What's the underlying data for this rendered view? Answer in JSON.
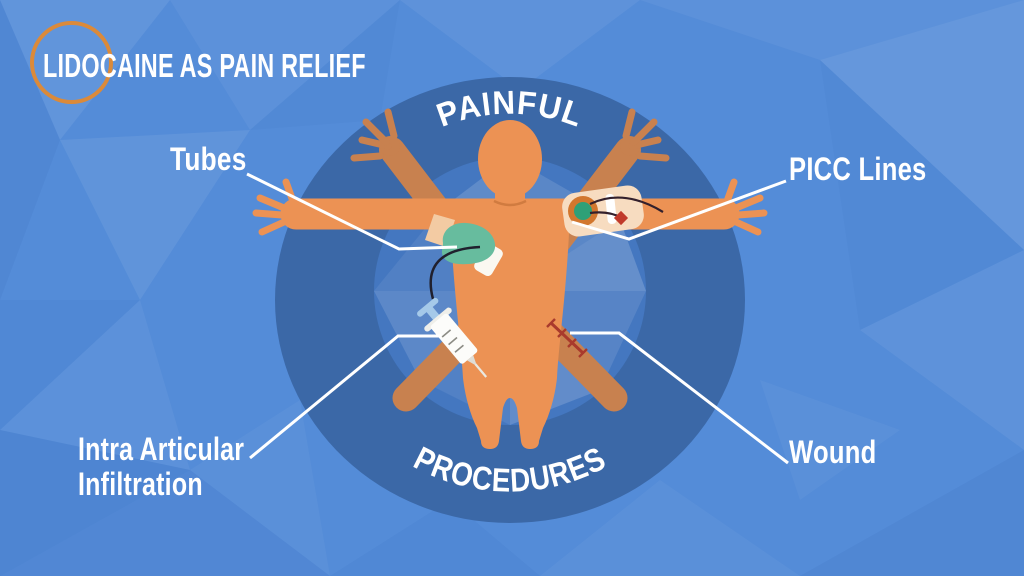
{
  "title": "LIDOCAINE AS PAIN RELIEF",
  "ring": {
    "top": "PAINFUL",
    "bottom": "PROCEDURES"
  },
  "callouts": {
    "tubes": "Tubes",
    "picc": "PICC Lines",
    "intra_line1": "Intra Articular",
    "intra_line2": "Infiltration",
    "wound": "Wound"
  },
  "icons": {
    "title_highlight": "orange-circle-outline-icon",
    "center_figure": "vitruvian-man-icon",
    "tubes_item": "gloved-hand-with-tube-icon",
    "picc_item": "picc-line-dressing-icon",
    "intra_item": "syringe-icon",
    "wound_item": "sutured-wound-icon"
  },
  "colors": {
    "background_blue": "#548CD8",
    "ring_dark_blue": "#3B68A7",
    "inner_circle_blue": "#4477C0",
    "figure_orange": "#EC9254",
    "figure_back_limbs": "#C8814F",
    "accent_orange": "#DB8A3A",
    "glove_teal": "#67BC9E",
    "skin_light": "#F3CBA3",
    "wound_red": "#A93A2C",
    "text_white": "#FFFFFF"
  }
}
